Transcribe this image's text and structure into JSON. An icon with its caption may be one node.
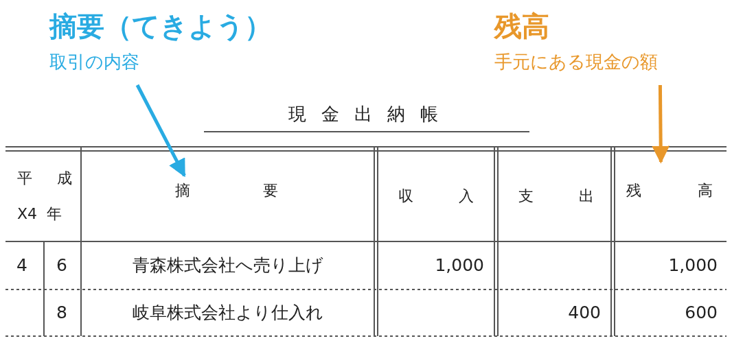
{
  "diagram": {
    "title": "現金出納帳",
    "nodes": [
      {
        "text": [
          "摘要（てきよう）",
          "取引の内容"
        ]
      },
      {
        "text": [
          "摘 要"
        ]
      },
      {
        "text": [
          "残高",
          "手元にある現金の額"
        ]
      },
      {
        "text": [
          "残 高"
        ]
      }
    ],
    "edges": [
      {
        "from": 0,
        "to": 1,
        "arrow": "to",
        "color": "#29abe2"
      },
      {
        "from": 2,
        "to": 3,
        "arrow": "to",
        "color": "#e8972a"
      }
    ],
    "labels": [
      "平 成",
      "X4 年",
      "収 入",
      "支 出",
      "4",
      "6",
      "青森株式会社へ売り上げ",
      "1,000",
      "1,000",
      "8",
      "岐阜株式会社より仕入れ",
      "400",
      "600"
    ]
  }
}
